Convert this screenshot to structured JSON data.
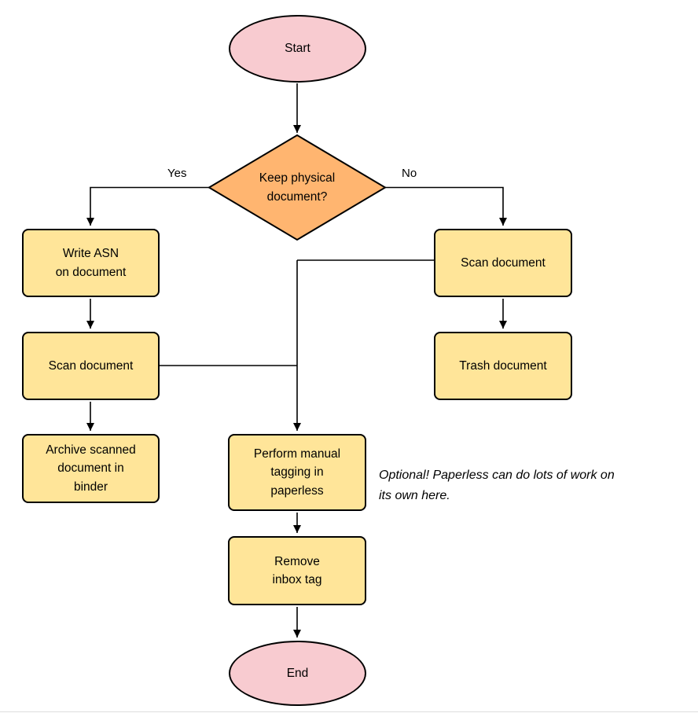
{
  "diagram": {
    "type": "flowchart",
    "nodes": {
      "start": {
        "label": "Start",
        "shape": "terminator"
      },
      "decision": {
        "label": "Keep physical\ndocument?",
        "shape": "decision"
      },
      "write_asn": {
        "label": "Write ASN\non document",
        "shape": "process"
      },
      "scan_left": {
        "label": "Scan document",
        "shape": "process"
      },
      "archive": {
        "label": "Archive scanned\ndocument in\nbinder",
        "shape": "process"
      },
      "scan_right": {
        "label": "Scan document",
        "shape": "process"
      },
      "trash": {
        "label": "Trash document",
        "shape": "process"
      },
      "tagging": {
        "label": "Perform manual\ntagging in\npaperless",
        "shape": "process"
      },
      "remove_inbox": {
        "label": "Remove\ninbox tag",
        "shape": "process"
      },
      "end": {
        "label": "End",
        "shape": "terminator"
      }
    },
    "edge_labels": {
      "yes": "Yes",
      "no": "No"
    },
    "annotation": "Optional! Paperless can do lots of work on\nits own here.",
    "colors": {
      "terminal_fill": "#f8cbd0",
      "decision_fill": "#ffb570",
      "process_fill": "#ffe599",
      "stroke": "#000000"
    }
  }
}
